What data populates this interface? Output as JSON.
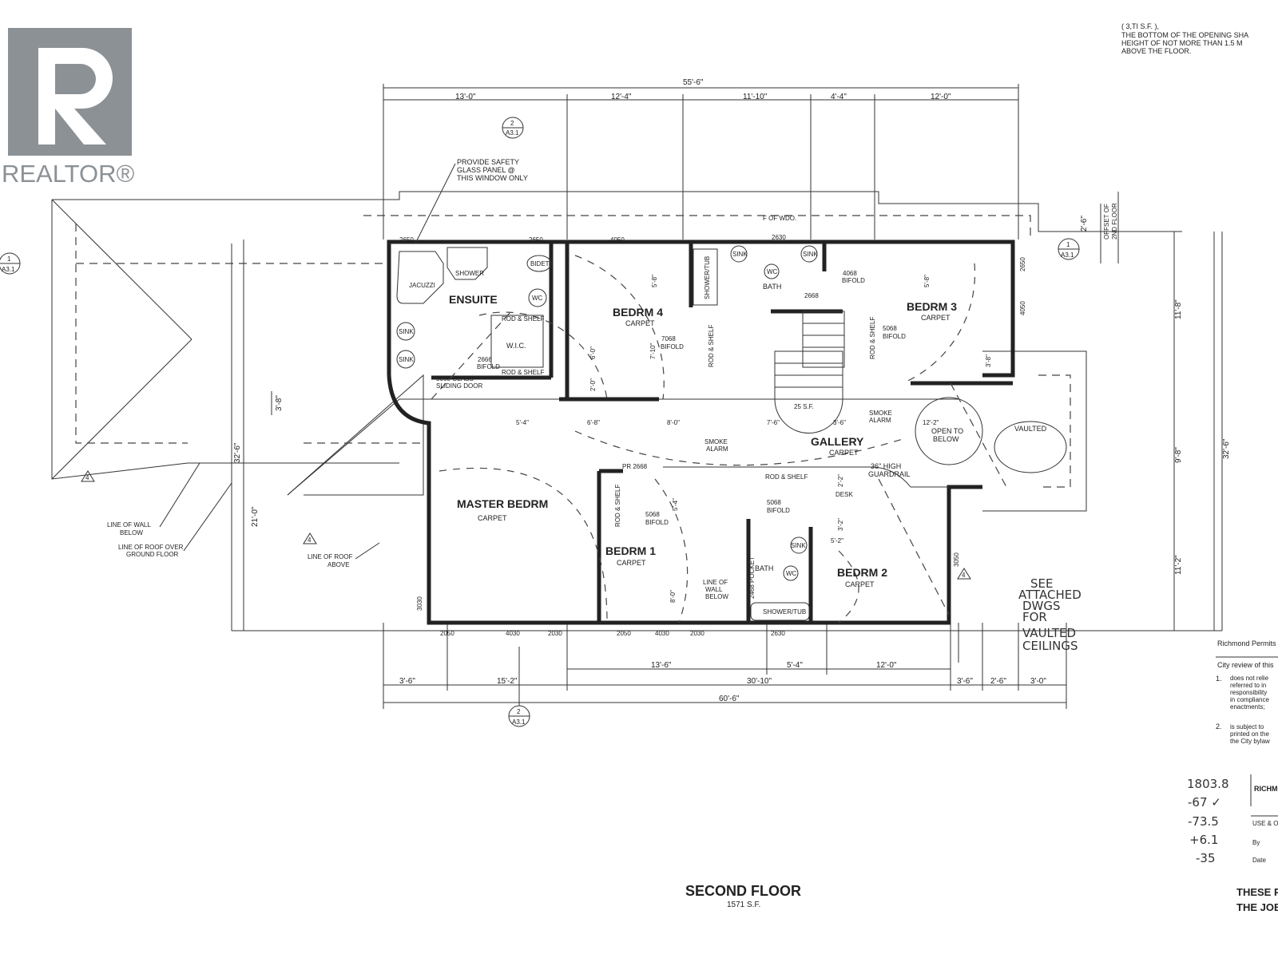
{
  "logo": {
    "text": "REALTOR®"
  },
  "notes": {
    "top_right": [
      "( 3,TI S.F. ),",
      "THE BOTTOM OF THE OPENING SHA",
      "HEIGHT OF NOT MORE THAN 1.5 M",
      "ABOVE THE FLOOR."
    ],
    "safety_glass": [
      "PROVIDE SAFETY",
      "GLASS PANEL @",
      "THIS WINDOW ONLY"
    ],
    "line_of_wall_below": [
      "LINE OF WALL",
      "BELOW"
    ],
    "line_of_roof_over": [
      "LINE OF ROOF OVER",
      "GROUND FLOOR"
    ],
    "line_of_roof_above": [
      "LINE OF ROOF",
      "ABOVE"
    ],
    "line_of_wall_below_2": [
      "LINE OF",
      "WALL",
      "BELOW"
    ],
    "offset": [
      "OFFSET OF",
      "2ND FLOOR"
    ],
    "face_of_wood": "F OF WDO.",
    "vaulted": "VAULTED",
    "see_attached": [
      "SEE",
      "ATTACHED",
      "DWGS",
      "FOR",
      "VAULTED",
      "CEILINGS"
    ],
    "guardrail": [
      "36\" HIGH",
      "GUARDRAIL"
    ],
    "smoke_alarm": [
      "SMOKE",
      "ALARM"
    ],
    "open_to_below": [
      "OPEN TO",
      "BELOW"
    ],
    "stair_area": "25 S.F."
  },
  "rooms": {
    "ensuite": "ENSUITE",
    "jacuzzi": "JACUZZI",
    "shower": "SHOWER",
    "bidet": "BIDET",
    "wic": "W.I.C.",
    "rod_shelf": "ROD & SHELF",
    "bedrm4": {
      "name": "BEDRM 4",
      "floor": "CARPET"
    },
    "bedrm3": {
      "name": "BEDRM 3",
      "floor": "CARPET"
    },
    "bedrm1": {
      "name": "BEDRM 1",
      "floor": "CARPET"
    },
    "bedrm2": {
      "name": "BEDRM 2",
      "floor": "CARPET"
    },
    "master": {
      "name": "MASTER BEDRM",
      "floor": "CARPET"
    },
    "gallery": {
      "name": "GALLERY",
      "floor": "CARPET"
    },
    "bath": "BATH",
    "shower_tub": "SHOWER/TUB",
    "desk": "DESK",
    "sink": "SINK",
    "wc": "WC"
  },
  "doors": {
    "d2650": "2650",
    "d4050": "4050",
    "d2630": "2630",
    "d2668": "2668",
    "bifold_4068": [
      "4068",
      "BIFOLD"
    ],
    "bifold_7068": [
      "7068",
      "BIFOLD"
    ],
    "bifold_5068": [
      "5068",
      "BIFOLD"
    ],
    "bifold_2666": [
      "2666",
      "BIFOLD"
    ],
    "glass_sliding": [
      "5068 GLASS",
      "SLIDING DOOR"
    ],
    "pr_2668": "PR 2668",
    "pocket_2468": "2468 POCKET",
    "d2050": "2050",
    "d4030": "4030",
    "d2030": "2030",
    "d3030": "3030",
    "d3050": "3050"
  },
  "dimensions": {
    "overall_top": "55'-6\"",
    "top": [
      "13'-0\"",
      "12'-4\"",
      "11'-10\"",
      "4'-4\"",
      "12'-0\""
    ],
    "bottom_row1": [
      "13'-6\"",
      "5'-4\"",
      "12'-0\""
    ],
    "bottom_row2": [
      "3'-6\"",
      "15'-2\"",
      "30'-10\"",
      "3'-6\"",
      "2'-6\"",
      "3'-0\""
    ],
    "overall_bottom": "60'-6\"",
    "left_overall": "32'-6\"",
    "left_21": "21'-0\"",
    "left_3_8": "3'-8\"",
    "right_overall": "32'-6\"",
    "right_11_8": "11'-8\"",
    "right_9_8": "9'-8\"",
    "right_11_2": "11'-2\"",
    "right_2_6": "2'-6\"",
    "interior": [
      "5'-8\"",
      "6'-0\"",
      "7'-10\"",
      "2'-0\"",
      "5'-4\"",
      "6'-8\"",
      "8'-0\"",
      "7'-6\"",
      "3'-6\"",
      "12'-2\"",
      "5'-8\"",
      "2'-2\"",
      "3'-2\"",
      "5'-2\"",
      "5'-4\"",
      "8'-0\"",
      "3'-8\""
    ]
  },
  "section_markers": [
    {
      "num": "2",
      "sheet": "A3.1"
    },
    {
      "num": "1",
      "sheet": "A3.1"
    },
    {
      "num": "1",
      "sheet": "A3.1"
    },
    {
      "num": "2",
      "sheet": "A3.1"
    }
  ],
  "revision_tag": "4",
  "title": {
    "name": "SECOND FLOOR",
    "area": "1571 S.F."
  },
  "permit_stamp": {
    "header": "Richmond Permits a",
    "review": "City review of this",
    "item1": [
      "1.",
      "does not relie",
      "referred to in",
      "responsibility",
      "in compliance",
      "enactments;"
    ],
    "item2": [
      "2.",
      "is subject to",
      "printed on the",
      "the City bylaw"
    ],
    "city": "RICHMO",
    "use": "USE & O",
    "by": "By",
    "date": "Date"
  },
  "calc": [
    "1803.8",
    "-67 ✓",
    "-73.5",
    "+6.1",
    "-35"
  ],
  "footer": [
    "THESE PLA",
    "THE JOB"
  ]
}
